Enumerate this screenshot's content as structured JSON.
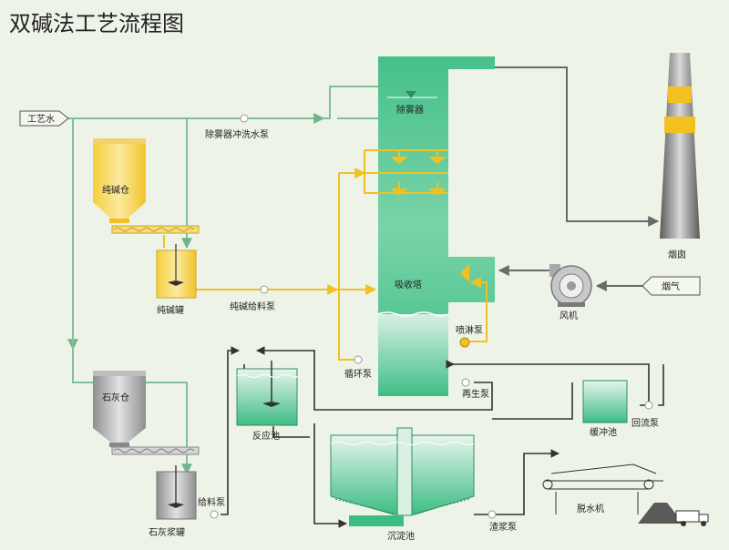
{
  "title": "双碱法工艺流程图",
  "labels": {
    "process_water": "工艺水",
    "demister": "除雾器",
    "demister_wash_pump": "除雾器冲洗水泵",
    "soda_silo": "纯碱仓",
    "soda_tank": "纯碱罐",
    "soda_feed_pump": "纯碱给料泵",
    "absorber": "吸收塔",
    "spray_pump": "喷淋泵",
    "circulation_pump": "循环泵",
    "regeneration_pump": "再生泵",
    "lime_silo": "石灰仓",
    "reaction_tank": "反应池",
    "buffer_tank": "缓冲池",
    "return_pump": "回流泵",
    "sedimentation_tank": "沉淀池",
    "feed_pump": "给料泵",
    "lime_slurry_tank": "石灰浆罐",
    "slurry_pump": "渣浆泵",
    "dewatering_machine": "脱水机",
    "chimney": "烟囱",
    "fan": "风机",
    "flue_gas": "烟气"
  },
  "colors": {
    "water_line": "#7fbf9a",
    "soda_line": "#f2c020",
    "gas_line": "#6a6a6a",
    "slurry_line": "#333333",
    "tower": "#3dbd84",
    "tower_light": "#c6e9d6",
    "soda": "#f4d24a",
    "lime": "#a8a8a8"
  }
}
